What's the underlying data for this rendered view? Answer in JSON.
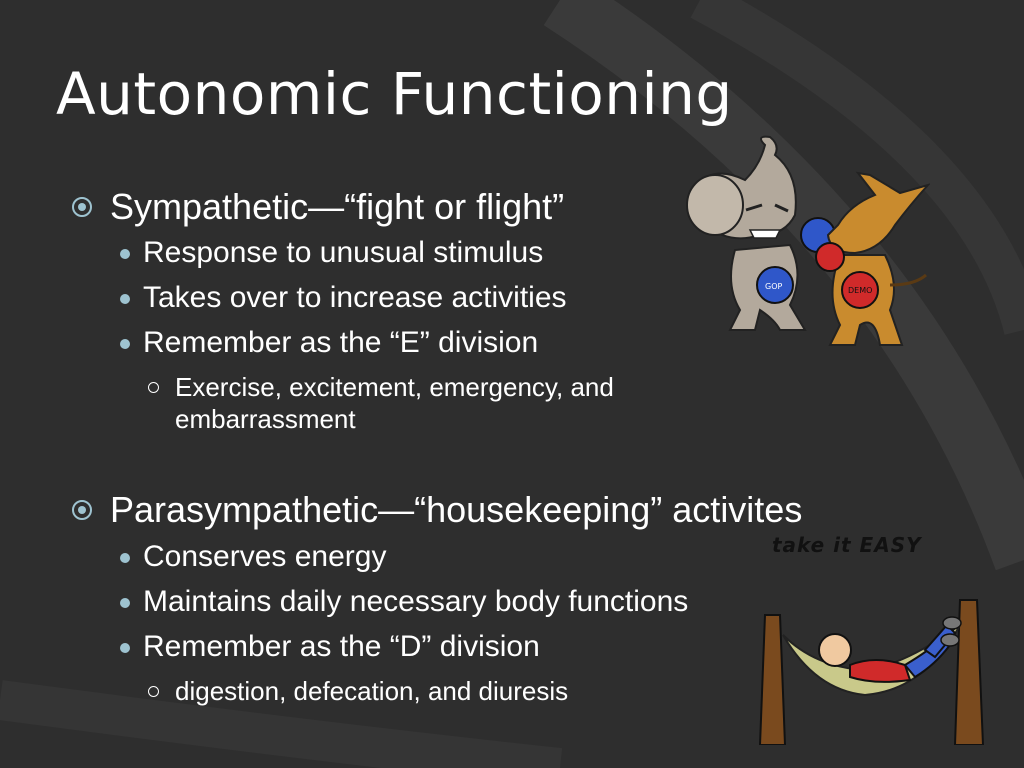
{
  "slide": {
    "title": "Autonomic Functioning"
  },
  "sympathetic": {
    "heading": "Sympathetic—“fight or flight”",
    "points": [
      "Response to unusual stimulus",
      "Takes over to increase activities",
      "Remember as the “E” division"
    ],
    "sub_line1": "Exercise, excitement, emergency, and",
    "sub_line2": "embarrassment"
  },
  "parasympathetic": {
    "heading": "Parasympathetic—“housekeeping” activites",
    "points": [
      "Conserves energy",
      "Maintains daily necessary body functions",
      "Remember as the “D” division"
    ],
    "sub_line1": "digestion, defecation, and diuresis"
  },
  "illustrations": {
    "boxing_cartoon": "elephant-and-donkey-boxing-icon",
    "glove_label_left": "GOP",
    "glove_label_right": "DEMO",
    "hammock_cartoon": "man-in-hammock-icon",
    "hammock_caption": "take it EASY"
  },
  "colors": {
    "background": "#2e2e2e",
    "bullet_accent": "#9ec3d0",
    "text": "#ffffff"
  }
}
